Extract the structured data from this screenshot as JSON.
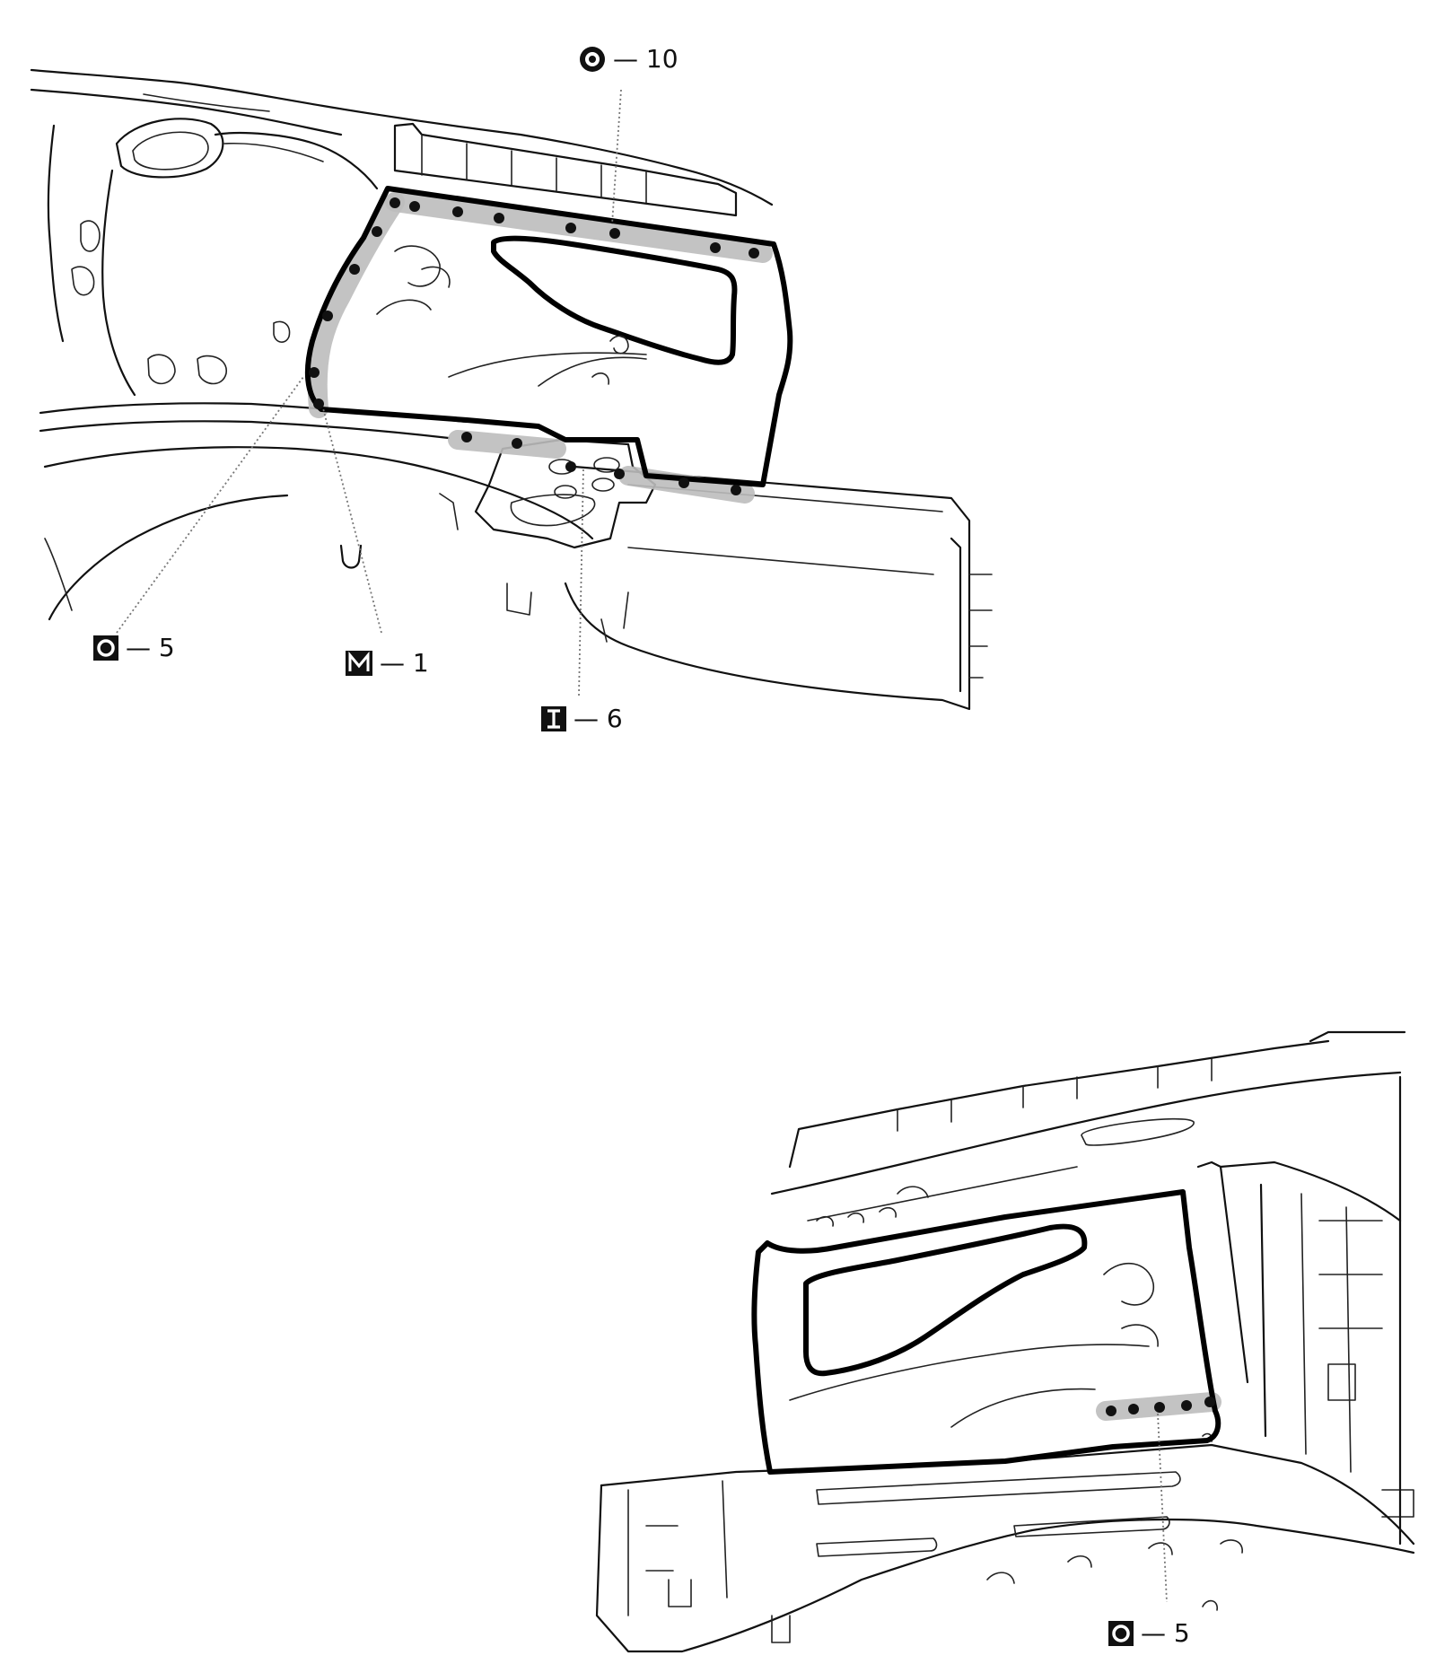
{
  "callouts": [
    {
      "id": "top-o-10",
      "symbol": "target-circle",
      "text": "— 10"
    },
    {
      "id": "top-o-5",
      "symbol": "O",
      "text": "— 5"
    },
    {
      "id": "top-m-1",
      "symbol": "M",
      "text": "— 1"
    },
    {
      "id": "top-i-6",
      "symbol": "I",
      "text": "— 6"
    },
    {
      "id": "bottom-o-5",
      "symbol": "O",
      "text": "— 5"
    }
  ],
  "colors": {
    "line": "#111111",
    "sealant_band": "#bdbdbd",
    "leader": "#777777"
  }
}
